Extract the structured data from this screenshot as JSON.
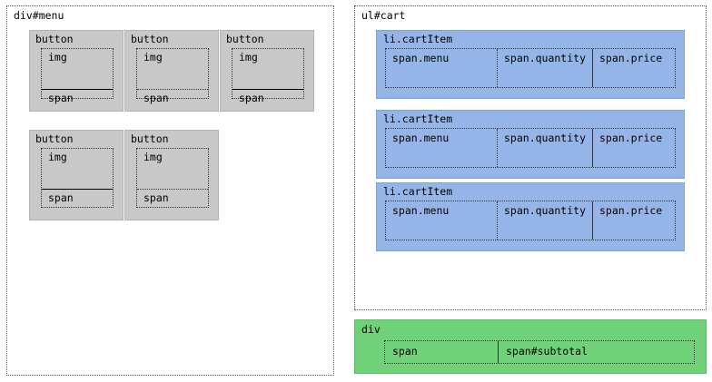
{
  "colors": {
    "button_fill": "#c8c8c8",
    "cart_item_fill": "#95b5e8",
    "total_fill": "#6fd278",
    "panel_border": "#555555",
    "text": "#000000"
  },
  "menu_panel": {
    "label": "div#menu",
    "buttons": [
      {
        "label": "button",
        "img_label": "img",
        "span_label": "span",
        "outer_border": "dotted",
        "divider": "solid"
      },
      {
        "label": "button",
        "img_label": "img",
        "span_label": "span",
        "outer_border": "dotted",
        "divider": "dotted"
      },
      {
        "label": "button",
        "img_label": "img",
        "span_label": "span",
        "outer_border": "dotted",
        "divider": "solid"
      },
      {
        "label": "button",
        "img_label": "img",
        "span_label": "span",
        "outer_border": "dotted",
        "divider": "solid"
      },
      {
        "label": "button",
        "img_label": "img",
        "span_label": "span",
        "outer_border": "dotted",
        "divider": "dotted"
      }
    ]
  },
  "cart_panel": {
    "label": "ul#cart",
    "items": [
      {
        "label": "li.cartItem",
        "columns": [
          "span.menu",
          "span.quantity",
          "span.price"
        ]
      },
      {
        "label": "li.cartItem",
        "columns": [
          "span.menu",
          "span.quantity",
          "span.price"
        ]
      },
      {
        "label": "li.cartItem",
        "columns": [
          "span.menu",
          "span.quantity",
          "span.price"
        ]
      }
    ]
  },
  "total_panel": {
    "label": "div",
    "cells": [
      "span",
      "span#subtotal"
    ]
  }
}
